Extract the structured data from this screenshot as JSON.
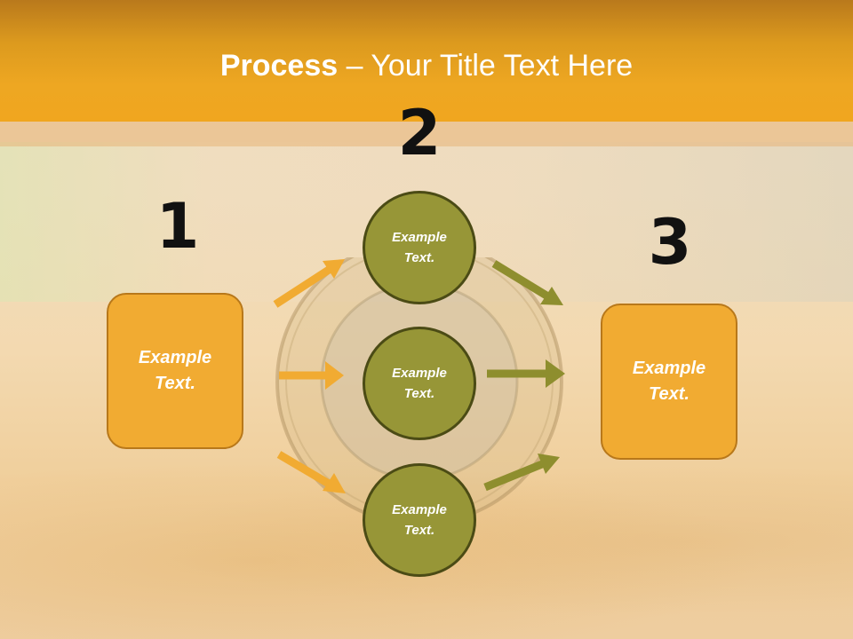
{
  "slide": {
    "title_bold": "Process",
    "title_rest": " – Your Title Text Here"
  },
  "steps": {
    "one": "1",
    "two": "2",
    "three": "3"
  },
  "nodes": {
    "left_box": "Example Text.",
    "circle_top": "Example Text.",
    "circle_middle": "Example Text.",
    "circle_bottom": "Example Text.",
    "right_box": "Example Text."
  },
  "colors": {
    "header": "#f0a61f",
    "box_fill": "#f1ab32",
    "circle_fill": "#979637",
    "arrow_orange": "#f1ab32",
    "arrow_olive": "#8e8e2e"
  }
}
